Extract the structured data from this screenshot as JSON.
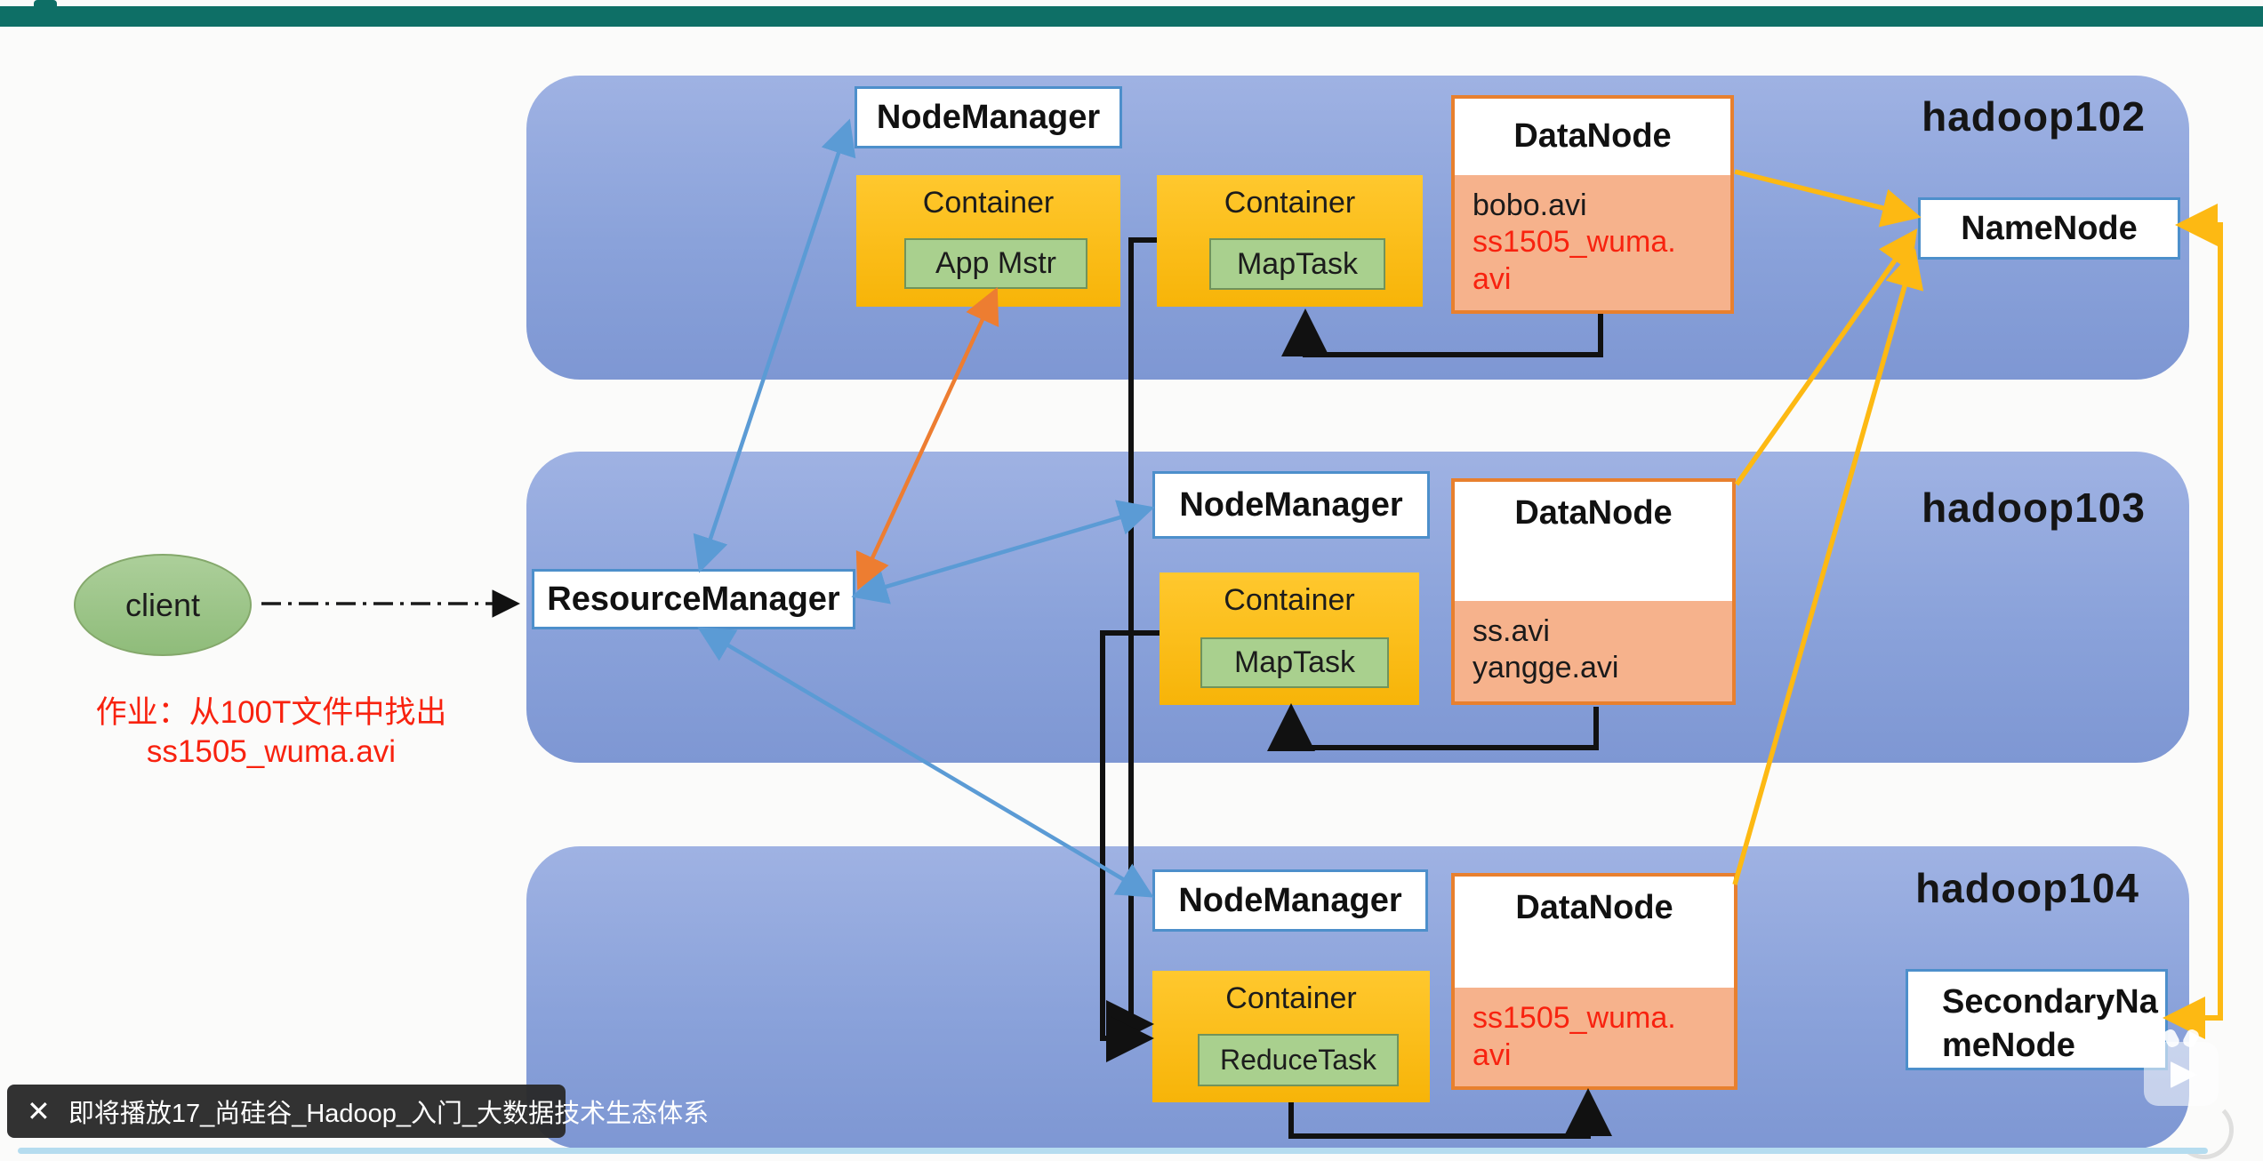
{
  "player": {
    "toast_text": "即将播放17_尚硅谷_Hadoop_入门_大数据技术生态体系",
    "close_glyph": "✕",
    "top_bar_color": "#0e6f66",
    "progress_color": "#b5dcef"
  },
  "annotation": {
    "line1": "作业：从100T文件中找出",
    "line2": "ss1505_wuma.avi",
    "color": "#f8220f"
  },
  "client": {
    "label": "client"
  },
  "resource_manager": {
    "label": "ResourceManager"
  },
  "name_node": {
    "label": "NameNode"
  },
  "secondary_name_node": {
    "label": "SecondaryNameNode"
  },
  "hosts": [
    {
      "name": "hadoop102",
      "node_manager": "NodeManager",
      "containers": [
        {
          "label": "Container",
          "task": "App Mstr"
        },
        {
          "label": "Container",
          "task": "MapTask"
        }
      ],
      "data_node": {
        "title": "DataNode",
        "files": [
          {
            "text": "bobo.avi",
            "red": false
          },
          {
            "text": "ss1505_wuma.avi",
            "red": true
          }
        ]
      }
    },
    {
      "name": "hadoop103",
      "node_manager": "NodeManager",
      "containers": [
        {
          "label": "Container",
          "task": "MapTask"
        }
      ],
      "data_node": {
        "title": "DataNode",
        "files": [
          {
            "text": "ss.avi",
            "red": false
          },
          {
            "text": "yangge.avi",
            "red": false
          }
        ]
      }
    },
    {
      "name": "hadoop104",
      "node_manager": "NodeManager",
      "containers": [
        {
          "label": "Container",
          "task": "ReduceTask"
        }
      ],
      "data_node": {
        "title": "DataNode",
        "files": [
          {
            "text": "ss1505_wuma.avi",
            "red": true
          }
        ]
      }
    }
  ],
  "colors": {
    "band": "#8fa7db",
    "box_border_blue": "#4d8fcb",
    "datanode_border": "#e8802e",
    "datanode_fill": "#f6b28c",
    "container_yellow": "#fcbd13",
    "task_green": "#a9d08e",
    "arrow_blue": "#5b9bd5",
    "arrow_orange": "#ed7d31",
    "arrow_yellow": "#fdb913",
    "arrow_black": "#111111"
  }
}
